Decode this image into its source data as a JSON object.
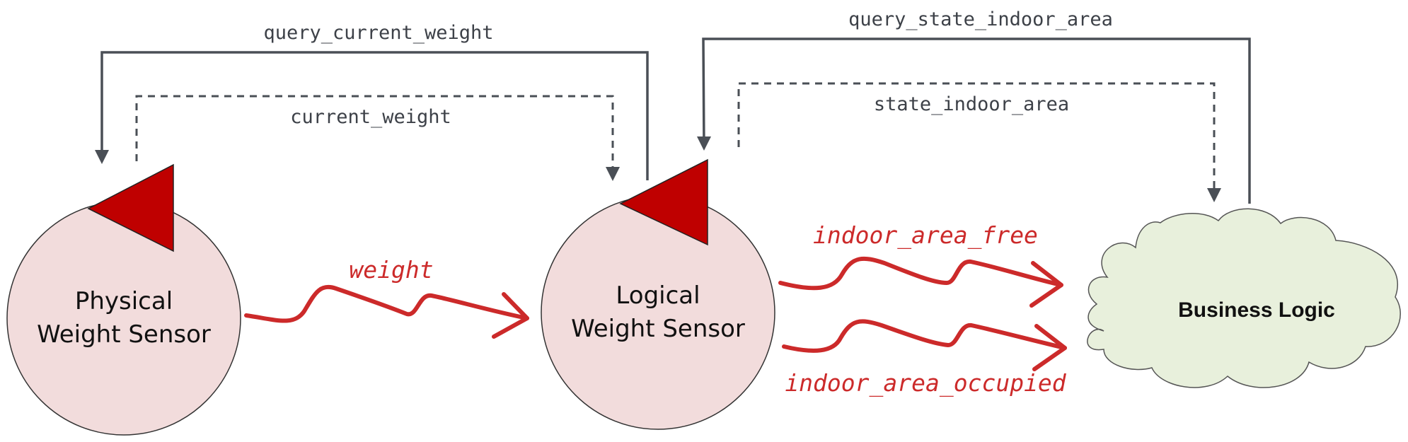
{
  "colors": {
    "node_fill": "#f2dcdc",
    "node_stroke": "#333333",
    "trigger_fill": "#bf0000",
    "cloud_fill": "#e8f0dc",
    "cloud_stroke": "#555555",
    "arrow_grey": "#4a4f56",
    "signal_red": "#cc2a2a"
  },
  "nodes": {
    "physical_sensor": {
      "line1": "Physical",
      "line2": "Weight Sensor"
    },
    "logical_sensor": {
      "line1": "Logical",
      "line2": "Weight Sensor"
    },
    "business_logic": {
      "label": "Business Logic"
    }
  },
  "requests": {
    "query_current_weight": "query_current_weight",
    "current_weight": "current_weight",
    "query_state_indoor_area": "query_state_indoor_area",
    "state_indoor_area": "state_indoor_area"
  },
  "signals": {
    "weight": "weight",
    "indoor_area_free": "indoor_area_free",
    "indoor_area_occupied": "indoor_area_occupied"
  }
}
